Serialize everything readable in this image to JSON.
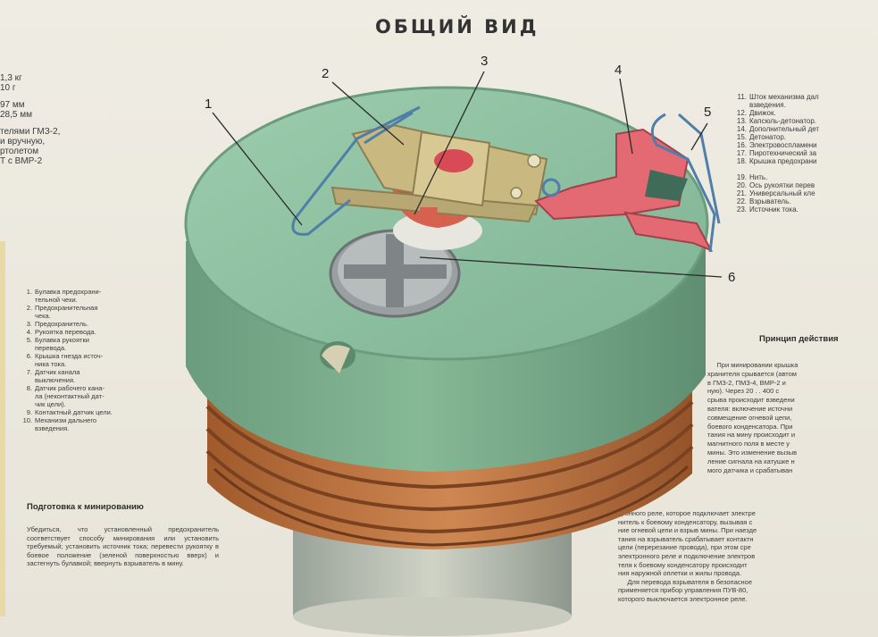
{
  "title": "ОБЩИЙ ВИД",
  "specs": [
    "1,3 кг",
    "10 г",
    "",
    "97 мм",
    "28,5 мм",
    "",
    "телями ГМЗ-2,",
    "и вручную,",
    "ртолетом",
    "Т с ВМР-2"
  ],
  "legend_left": [
    {
      "n": "1.",
      "t": "Булавка предохрани-"
    },
    {
      "n": "",
      "t": "тельной чеки."
    },
    {
      "n": "2.",
      "t": "Предохранительная"
    },
    {
      "n": "",
      "t": "чека."
    },
    {
      "n": "3.",
      "t": "Предохранитель."
    },
    {
      "n": "4.",
      "t": "Рукоятка перевода."
    },
    {
      "n": "5.",
      "t": "Булавка рукоятки"
    },
    {
      "n": "",
      "t": "перевода."
    },
    {
      "n": "6.",
      "t": "Крышка гнезда источ-"
    },
    {
      "n": "",
      "t": "ника тока."
    },
    {
      "n": "7.",
      "t": "Датчик канала"
    },
    {
      "n": "",
      "t": "выключения."
    },
    {
      "n": "8.",
      "t": "Датчик рабочего кана-"
    },
    {
      "n": "",
      "t": "ла (неконтактный дат-"
    },
    {
      "n": "",
      "t": "чик цели)."
    },
    {
      "n": "9.",
      "t": "Контактный датчик цели."
    },
    {
      "n": "10.",
      "t": "Механизм дальнего"
    },
    {
      "n": "",
      "t": "взведения."
    }
  ],
  "prep_heading": "Подготовка к минированию",
  "prep_text": "Убедиться, что установленный предохранитель соответствует способу минирования или установить требуемый; установить источник тока; перевести рукоятку в боевое положение (зеленой поверхностью вверх) и застегнуть булавкой; ввернуть взрыватель в мину.",
  "legend_right": [
    {
      "n": "11.",
      "t": "Шток механизма дал"
    },
    {
      "n": "",
      "t": "взведения."
    },
    {
      "n": "12.",
      "t": "Движок."
    },
    {
      "n": "13.",
      "t": "Капсюль-детонатор."
    },
    {
      "n": "14.",
      "t": "Дополнительный дет"
    },
    {
      "n": "15.",
      "t": "Детонатор."
    },
    {
      "n": "16.",
      "t": "Электровоспламени"
    },
    {
      "n": "17.",
      "t": "Пиротехнический за"
    },
    {
      "n": "18.",
      "t": "Крышка предохрани"
    },
    {
      "n": "",
      "t": ""
    },
    {
      "n": "19.",
      "t": "Нить."
    },
    {
      "n": "20.",
      "t": "Ось рукоятки перев"
    },
    {
      "n": "21.",
      "t": "Универсальный кле"
    },
    {
      "n": "22.",
      "t": "Взрыватель."
    },
    {
      "n": "23.",
      "t": "Источник тока."
    }
  ],
  "principle_heading": "Принцип действия",
  "principle_lines_a": [
    "     При минировании крышка",
    "хранителя срывается (автом",
    "в ГМЗ-2, ПМЗ-4, ВМР-2 и",
    "ную). Через 20 . . 400 с",
    "срыва происходит взведени",
    "вателя: включение источни",
    "совмещение огневой цепи,",
    "боевого конденсатора. При",
    "тания на мину происходит и",
    "магнитного поля в месте у",
    "мины. Это изменение вызыв",
    "ление сигнала на катушке н",
    "мого датчика и срабатыван"
  ],
  "principle_lines_b": [
    "тронного реле, которое подключает электре",
    "нитель к боевому конденсатору, вызывая с",
    "ние огневой цепи и взрыв мины. При наезде",
    "тания на взрыватель срабатывает контактн",
    "цели (перерезание провода), при этом сре",
    "электронного реле и подключение электров",
    "теля к боевому конденсатору происходит",
    "ния наружной оплетки и жилы провода.",
    "     Для перевода взрывателя в безопасное",
    "применяется прибор управления ПУВ-80,",
    "которого выключается электронное реле."
  ],
  "callouts": [
    "1",
    "2",
    "3",
    "4",
    "5",
    "6"
  ],
  "colors": {
    "body_green": "#79ad8c",
    "top_green": "#8fc3a1",
    "copper": "#b86e3c",
    "red_handle": "#e36a72",
    "gray_cap": "#b7bcbd",
    "khaki": "#c9b981"
  }
}
